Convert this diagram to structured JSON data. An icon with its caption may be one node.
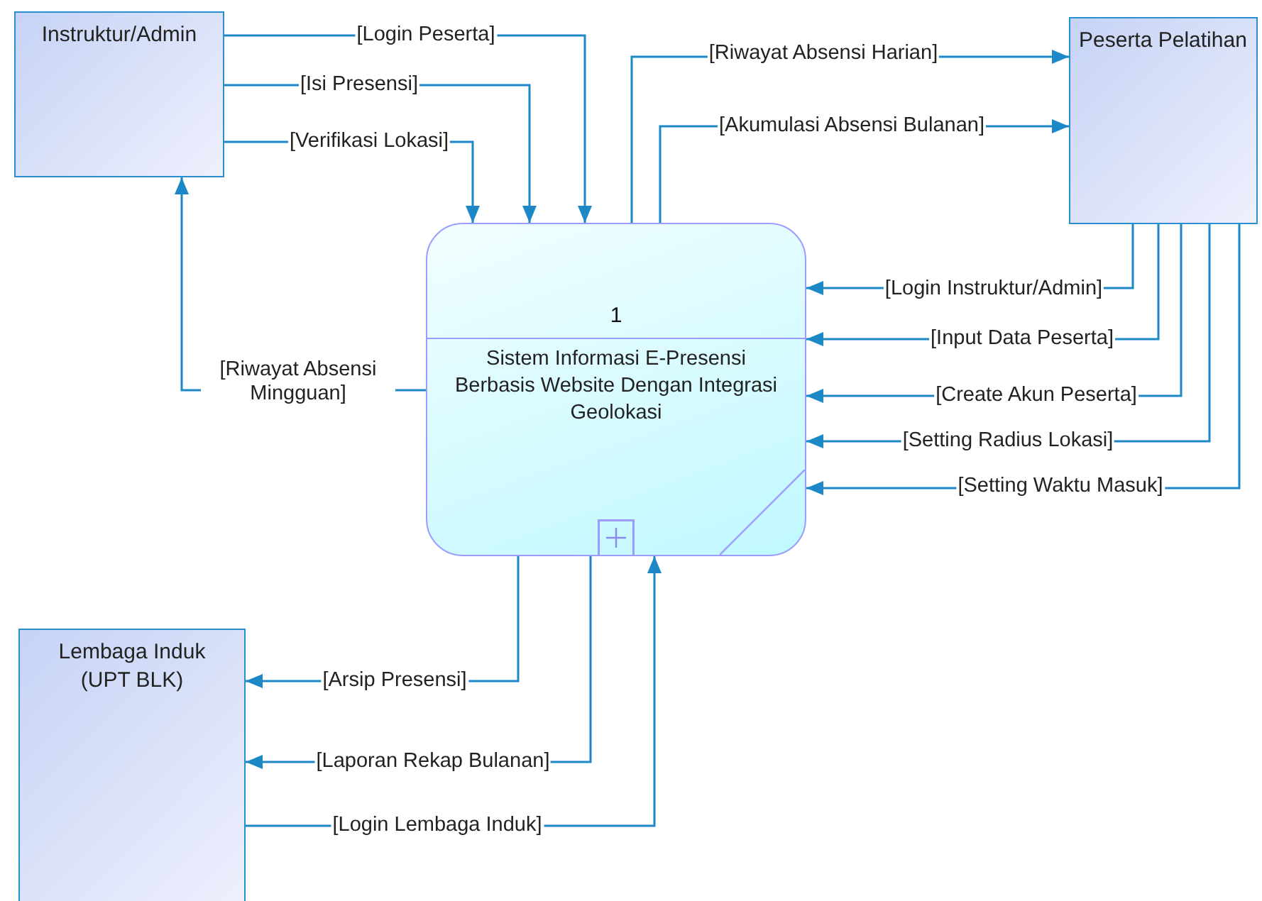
{
  "diagram": {
    "nodes": [
      {
        "text": [
          "Instruktur/Admin"
        ]
      },
      {
        "text": [
          "1",
          "Sistem Informasi E-Presensi Berbasis Website Dengan Integrasi Geolokasi"
        ]
      },
      {
        "text": [
          "Peserta Pelatihan"
        ]
      },
      {
        "text": [
          "Lembaga Induk (UPT BLK)"
        ]
      }
    ],
    "edges": [
      {
        "from": 0,
        "to": 1,
        "arrow": "to",
        "label": "[Login Peserta]"
      },
      {
        "from": 0,
        "to": 1,
        "arrow": "to",
        "label": "[Isi Presensi]"
      },
      {
        "from": 0,
        "to": 1,
        "arrow": "to",
        "label": "[Verifikasi Lokasi]"
      },
      {
        "from": 1,
        "to": 0,
        "arrow": "to",
        "label": "[Riwayat Absensi Mingguan]"
      },
      {
        "from": 1,
        "to": 2,
        "arrow": "to",
        "label": "[Riwayat Absensi Harian]"
      },
      {
        "from": 1,
        "to": 2,
        "arrow": "to",
        "label": "[Akumulasi Absensi Bulanan]"
      },
      {
        "from": 2,
        "to": 1,
        "arrow": "to",
        "label": "[Login Instruktur/Admin]"
      },
      {
        "from": 2,
        "to": 1,
        "arrow": "to",
        "label": "[Input Data Peserta]"
      },
      {
        "from": 2,
        "to": 1,
        "arrow": "to",
        "label": "[Create Akun Peserta]"
      },
      {
        "from": 2,
        "to": 1,
        "arrow": "to",
        "label": "[Setting Radius Lokasi]"
      },
      {
        "from": 2,
        "to": 1,
        "arrow": "to",
        "label": "[Setting Waktu Masuk]"
      },
      {
        "from": 1,
        "to": 3,
        "arrow": "to",
        "label": "[Arsip Presensi]"
      },
      {
        "from": 1,
        "to": 3,
        "arrow": "to",
        "label": "[Laporan Rekap Bulanan]"
      },
      {
        "from": 3,
        "to": 1,
        "arrow": "to",
        "label": "[Login Lembaga Induk]"
      }
    ]
  }
}
